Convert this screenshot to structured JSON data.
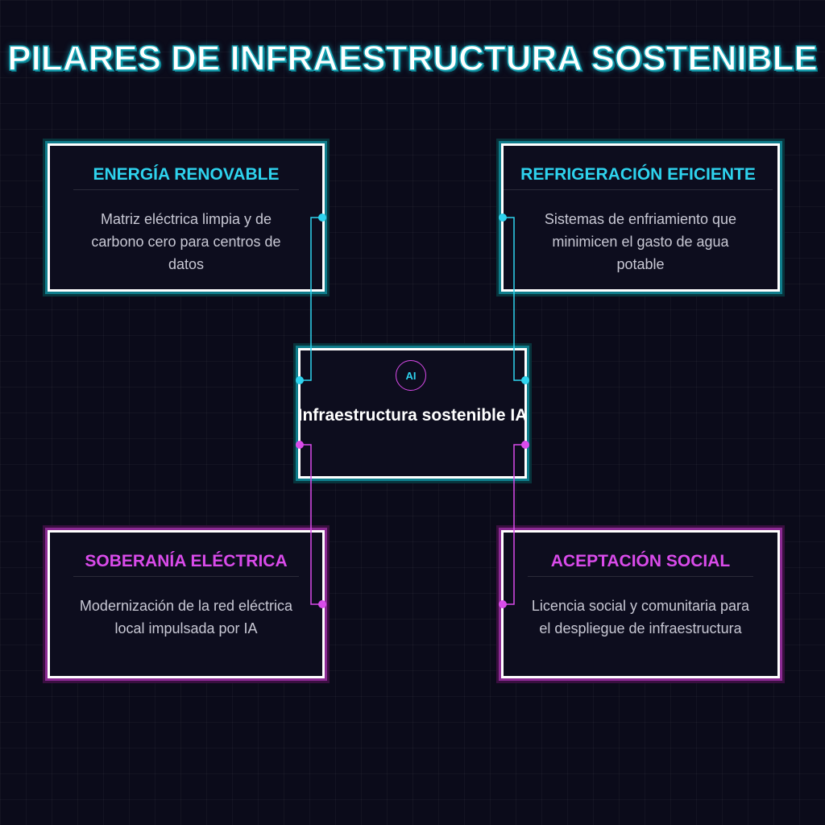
{
  "title": "PILARES DE INFRAESTRUCTURA SOSTENIBLE",
  "center": {
    "badge": "AI",
    "label": "Infraestructura sostenible IA"
  },
  "pillars": [
    {
      "title": "ENERGÍA RENOVABLE",
      "description": "Matriz eléctrica limpia y de carbono cero para centros de datos",
      "accent": "#2ed3ee"
    },
    {
      "title": "REFRIGERACIÓN EFICIENTE",
      "description": "Sistemas de enfriamiento que minimicen el gasto de agua potable",
      "accent": "#2ed3ee"
    },
    {
      "title": "SOBERANÍA ELÉCTRICA",
      "description": "Modernización de la red eléctrica local impulsada por IA",
      "accent": "#d94bea"
    },
    {
      "title": "ACEPTACIÓN SOCIAL",
      "description": "Licencia social y comunitaria para el despliegue de infraestructura",
      "accent": "#d94bea"
    }
  ],
  "colors": {
    "background": "#0b0b1a",
    "cyan": "#2ed3ee",
    "magenta": "#d94bea"
  }
}
